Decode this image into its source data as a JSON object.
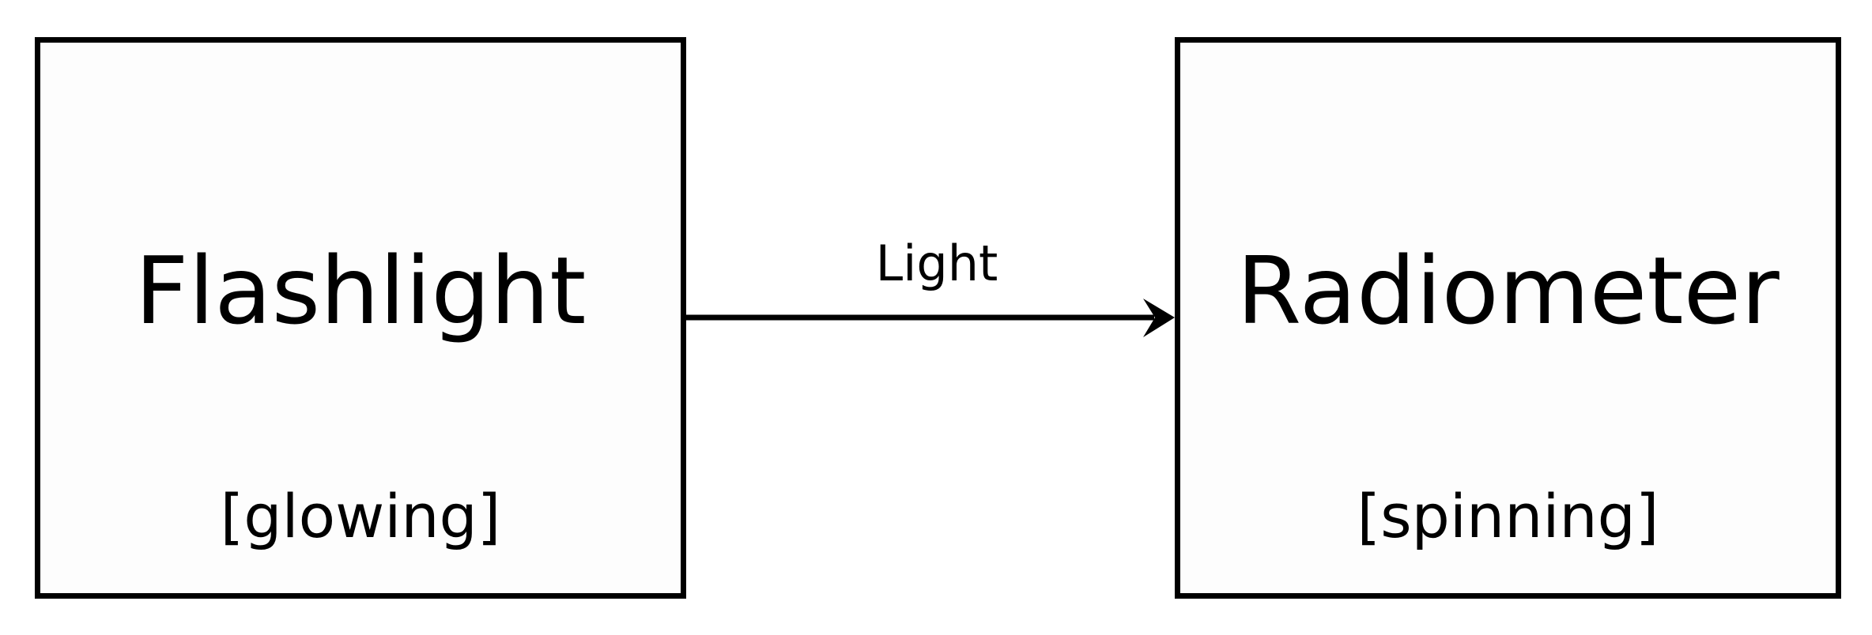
{
  "diagram": {
    "type": "flow-diagram",
    "background_color": "#ffffff",
    "stroke_color": "#000000",
    "node_fill_color": "#fdfdfd",
    "nodes": [
      {
        "id": "flashlight",
        "title": "Flashlight",
        "state": "[glowing]"
      },
      {
        "id": "radiometer",
        "title": "Radiometer",
        "state": "[spinning]"
      }
    ],
    "edges": [
      {
        "id": "light",
        "label": "Light",
        "from": "flashlight",
        "to": "radiometer",
        "direction": "right",
        "arrowhead": "barbed"
      }
    ]
  }
}
